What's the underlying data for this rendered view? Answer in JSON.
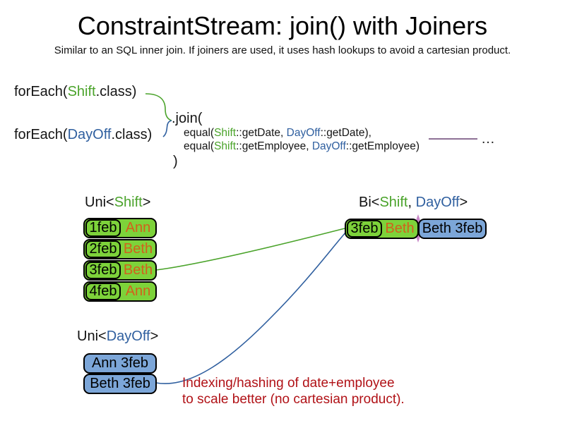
{
  "slide": {
    "title": "ConstraintStream: join() with Joiners",
    "subtitle": "Similar to an SQL inner join. If joiners are used, it uses hash lookups to avoid a cartesian product."
  },
  "code": {
    "foreach_shift": {
      "prefix": "forEach(",
      "class_name": "Shift",
      "suffix": ".class)"
    },
    "foreach_dayoff": {
      "prefix": "forEach(",
      "class_name": "DayOff",
      "suffix": ".class)"
    },
    "join_open": ".join(",
    "join_close": ")",
    "equal_date": {
      "prefix": "equal(",
      "shift": "Shift",
      "mid": "::getDate, ",
      "dayoff": "DayOff",
      "suffix": "::getDate),"
    },
    "equal_employee": {
      "prefix": "equal(",
      "shift": "Shift",
      "mid": "::getEmployee, ",
      "dayoff": "DayOff",
      "suffix": "::getEmployee)"
    },
    "ellipsis": "…"
  },
  "uni_shift": {
    "label_prefix": "Uni<",
    "label_class": "Shift",
    "label_suffix": ">",
    "rows": [
      {
        "date": "1feb",
        "employee": "Ann"
      },
      {
        "date": "2feb",
        "employee": "Beth"
      },
      {
        "date": "3feb",
        "employee": "Beth"
      },
      {
        "date": "4feb",
        "employee": "Ann"
      }
    ]
  },
  "uni_dayoff": {
    "label_prefix": "Uni<",
    "label_class": "DayOff",
    "label_suffix": ">",
    "rows": [
      {
        "text": "Ann 3feb"
      },
      {
        "text": "Beth 3feb"
      }
    ]
  },
  "bi": {
    "label_prefix": "Bi<",
    "label_shift": "Shift",
    "label_sep": ", ",
    "label_dayoff": "DayOff",
    "label_suffix": ">",
    "row": {
      "date": "3feb",
      "employee": "Beth",
      "dayoff": "Beth 3feb"
    }
  },
  "note": {
    "line1": "Indexing/hashing of date+employee",
    "line2": "to scale better (no cartesian product)."
  },
  "colors": {
    "shift_green_fill": "#7dd23a",
    "shift_green_text": "#4aa32a",
    "dayoff_blue_fill": "#7ca6d8",
    "dayoff_blue_text": "#2f5f9f",
    "employee_orange_text": "#d2611c",
    "note_red": "#b11217",
    "joiner_purple": "#7d5d86",
    "seam_pink": "#c887c8"
  }
}
